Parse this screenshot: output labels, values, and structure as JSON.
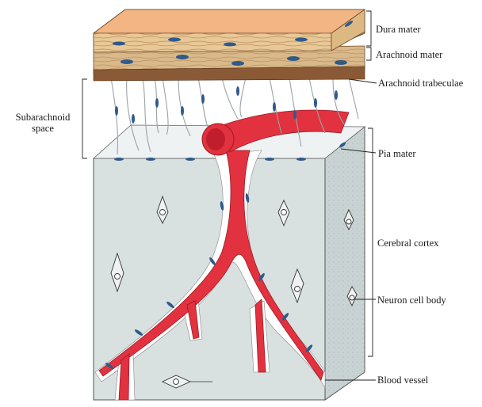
{
  "diagram": {
    "labels": {
      "dura_mater": "Dura mater",
      "arachnoid_mater": "Arachnoid mater",
      "arachnoid_trabeculae": "Arachnoid trabeculae",
      "subarachnoid_space_line1": "Subarachnoid",
      "subarachnoid_space_line2": "space",
      "pia_mater": "Pia mater",
      "cerebral_cortex": "Cerebral cortex",
      "neuron_cell_body": "Neuron cell body",
      "blood_vessel": "Blood vessel"
    },
    "colors": {
      "dura_top": "#f3b584",
      "dura_side": "#e8c896",
      "arachnoid": "#d9b98a",
      "arachnoid_dark": "#8a5a36",
      "nuclei": "#2f5a8a",
      "cortex_front": "#d8e0e0",
      "cortex_side": "#c9d3d3",
      "vessel": "#e2323f",
      "vessel_dark": "#b01e2a"
    }
  }
}
